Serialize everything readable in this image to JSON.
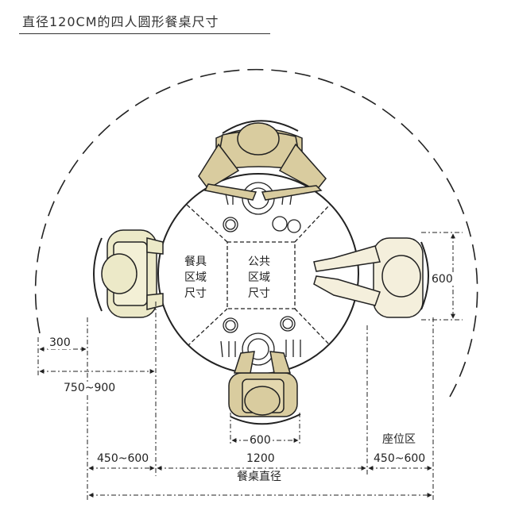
{
  "title": "直径120CM的四人圆形餐桌尺寸",
  "zones": {
    "dining_line1": "餐具",
    "dining_line2": "区域",
    "dining_line3": "尺寸",
    "public_line1": "公共",
    "public_line2": "区域",
    "public_line3": "尺寸"
  },
  "dimensions": {
    "d300": "300",
    "d750_900": "750~900",
    "d600_right": "600",
    "d600_bottom": "600",
    "d450_600_left": "450~600",
    "d1200": "1200",
    "seat_area": "座位区",
    "d450_600_right": "450~600",
    "table_diameter": "餐桌直径"
  },
  "colors": {
    "line": "#222222",
    "person_top": "#d9cc9f",
    "person_side": "#ece9c8",
    "person_right": "#f4efdc"
  }
}
